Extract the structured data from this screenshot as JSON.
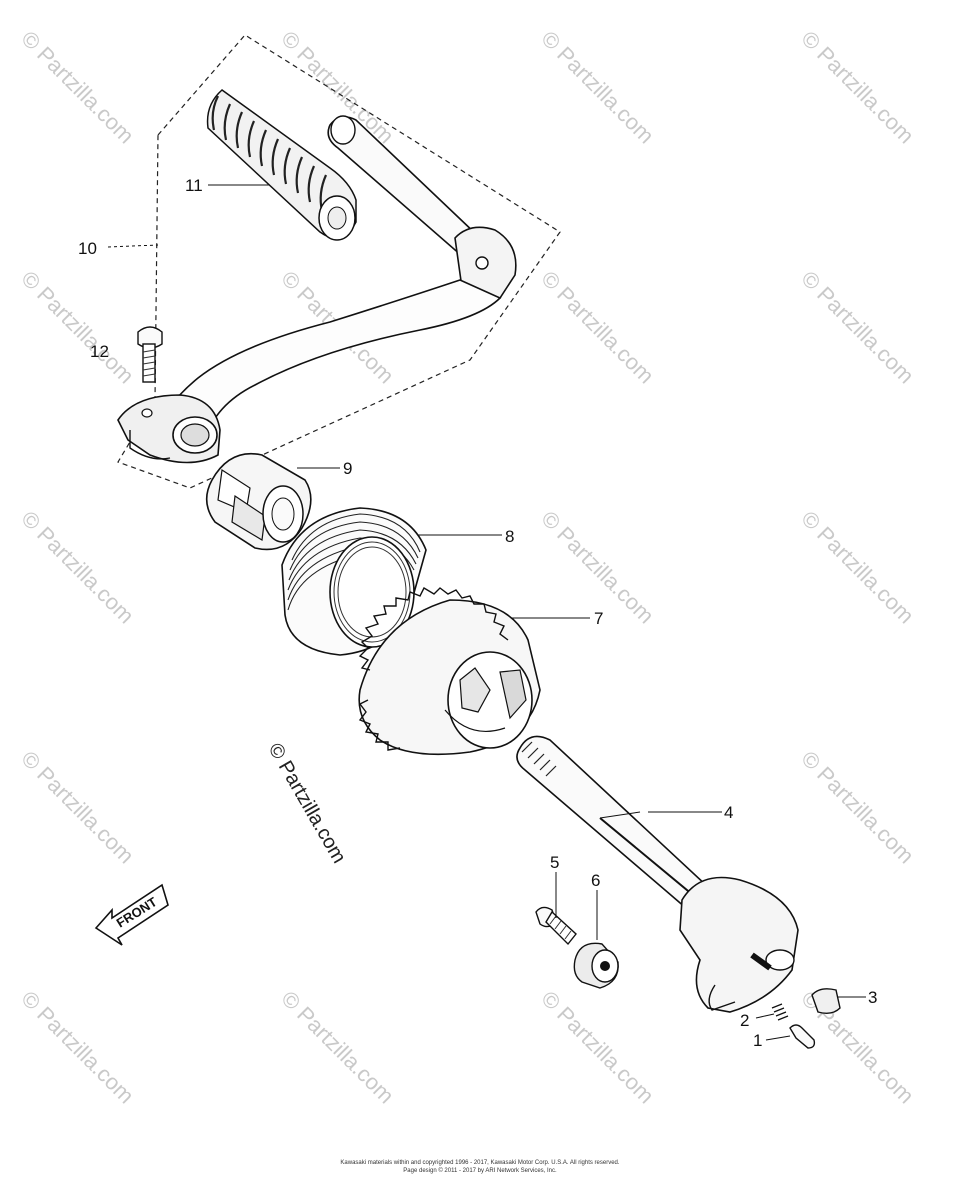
{
  "diagram": {
    "callouts": {
      "p1": "1",
      "p2": "2",
      "p3": "3",
      "p4": "4",
      "p5": "5",
      "p6": "6",
      "p7": "7",
      "p8": "8",
      "p9": "9",
      "p10": "10",
      "p11": "11",
      "p12": "12"
    },
    "front_label": "FRONT",
    "watermark": "© Partzilla.com",
    "footer_line1": "Kawasaki materials within and copyrighted 1996 - 2017, Kawasaki Motor Corp. U.S.A. All rights reserved.",
    "footer_line2": "Page design © 2011 - 2017 by ARI Network Services, Inc."
  }
}
